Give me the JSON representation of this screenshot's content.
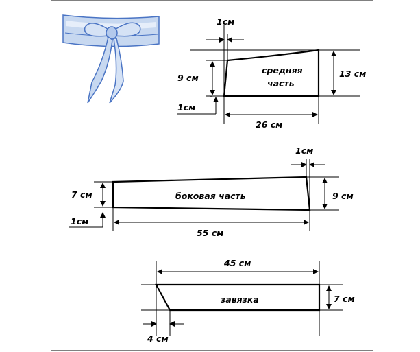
{
  "pieces": {
    "middle": {
      "name_line1": "средняя",
      "name_line2": "часть",
      "top_offset": "1см",
      "left_height": "9 см",
      "bottom_offset": "1см",
      "right_height": "13 см",
      "length": "26 см"
    },
    "side": {
      "name": "боковая часть",
      "right_offset": "1см",
      "left_height": "7 см",
      "right_height": "9 см",
      "bottom_offset": "1см",
      "length": "55 см"
    },
    "tie": {
      "name": "завязка",
      "length": "45 см",
      "height": "7 см",
      "bevel": "4 см"
    }
  },
  "colors": {
    "belt_fill": "#c7d8f0",
    "belt_light": "#e6eefa",
    "belt_stroke": "#4a74c4",
    "ink": "#000000"
  },
  "icons": {
    "belt_illustration": "sash-belt-with-bow"
  }
}
